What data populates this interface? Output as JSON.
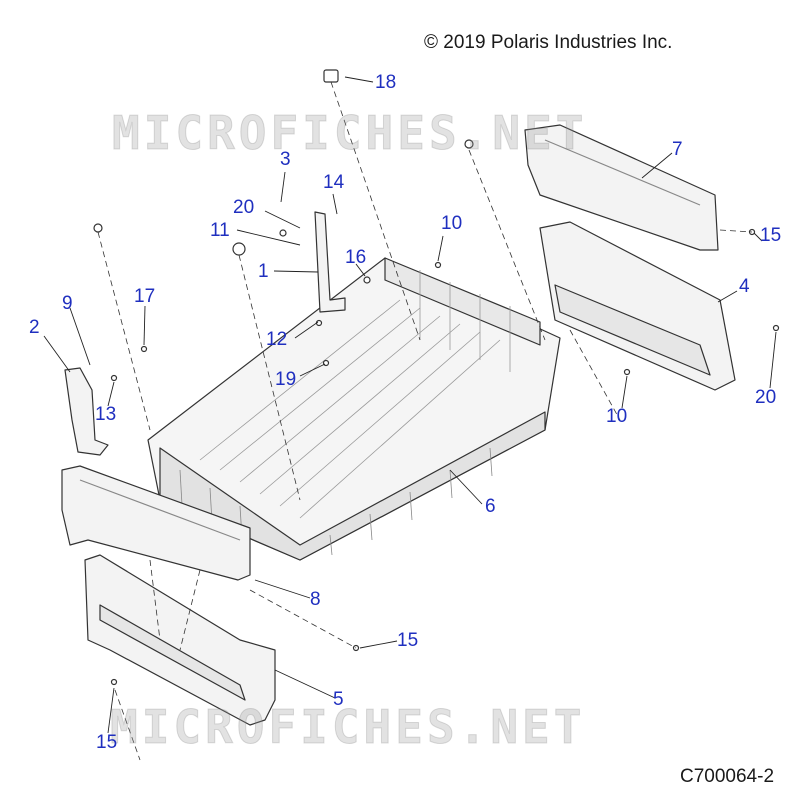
{
  "header": {
    "copyright": "© 2019 Polaris Industries Inc."
  },
  "footer": {
    "code": "C700064-2"
  },
  "watermark": "MICROFICHES.NET",
  "callouts": [
    {
      "id": "c18",
      "label": "18"
    },
    {
      "id": "c7",
      "label": "7"
    },
    {
      "id": "c3",
      "label": "3"
    },
    {
      "id": "c14",
      "label": "14"
    },
    {
      "id": "c20a",
      "label": "20"
    },
    {
      "id": "c11",
      "label": "11"
    },
    {
      "id": "c10a",
      "label": "10"
    },
    {
      "id": "c15a",
      "label": "15"
    },
    {
      "id": "c1",
      "label": "1"
    },
    {
      "id": "c16",
      "label": "16"
    },
    {
      "id": "c4",
      "label": "4"
    },
    {
      "id": "c17",
      "label": "17"
    },
    {
      "id": "c9",
      "label": "9"
    },
    {
      "id": "c2",
      "label": "2"
    },
    {
      "id": "c12",
      "label": "12"
    },
    {
      "id": "c20b",
      "label": "20"
    },
    {
      "id": "c19",
      "label": "19"
    },
    {
      "id": "c13",
      "label": "13"
    },
    {
      "id": "c10b",
      "label": "10"
    },
    {
      "id": "c6",
      "label": "6"
    },
    {
      "id": "c8",
      "label": "8"
    },
    {
      "id": "c15b",
      "label": "15"
    },
    {
      "id": "c5",
      "label": "5"
    },
    {
      "id": "c15c",
      "label": "15"
    }
  ],
  "colors": {
    "callout": "#1f2fbf",
    "line": "#222222",
    "part_fill": "#f2f2f2",
    "part_stroke": "#333333"
  }
}
